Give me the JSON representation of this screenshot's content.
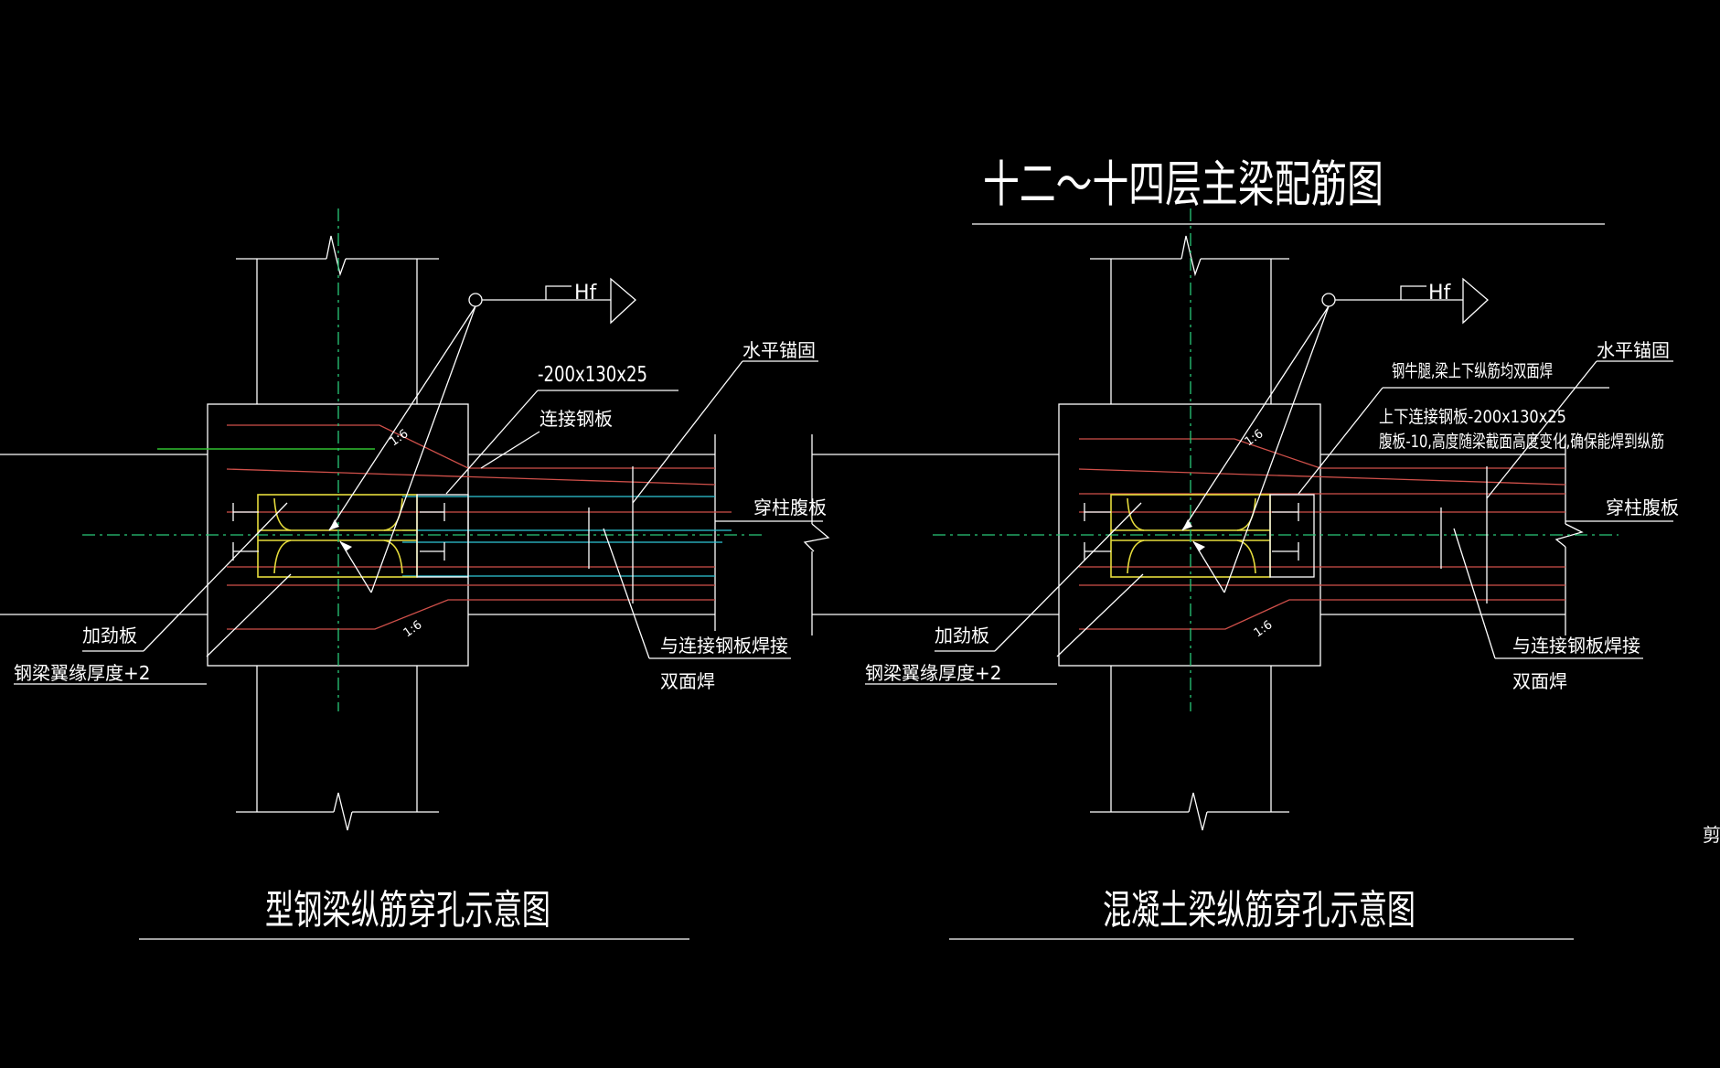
{
  "drawing": {
    "title": "十二～十四层主梁配筋图",
    "left": {
      "caption": "型钢梁纵筋穿孔示意图",
      "weld_symbol": "Hf",
      "plate_dim": "-200x130x25",
      "connect_plate": "连接钢板",
      "horizontal_anchor": "水平锚固",
      "through_web": "穿柱腹板",
      "stiffener": "加劲板",
      "flange_thickness": "钢梁翼缘厚度+2",
      "weld_to_plate": "与连接钢板焊接",
      "double_weld": "双面焊",
      "slope_top": "1:6",
      "slope_bottom": "1:6"
    },
    "right": {
      "caption": "混凝土梁纵筋穿孔示意图",
      "weld_symbol": "Hf",
      "bracket_note": "钢牛腿,梁上下纵筋均双面焊",
      "plate_note1": "上下连接钢板-200x130x25",
      "plate_note2": "腹板-10,高度随梁截面高度变化,确保能焊到纵筋",
      "horizontal_anchor": "水平锚固",
      "through_web": "穿柱腹板",
      "stiffener": "加劲板",
      "flange_thickness": "钢梁翼缘厚度+2",
      "weld_to_plate": "与连接钢板焊接",
      "double_weld": "双面焊",
      "slope_top": "1:6",
      "slope_bottom": "1:6"
    },
    "edge_fragment": "剪力"
  }
}
